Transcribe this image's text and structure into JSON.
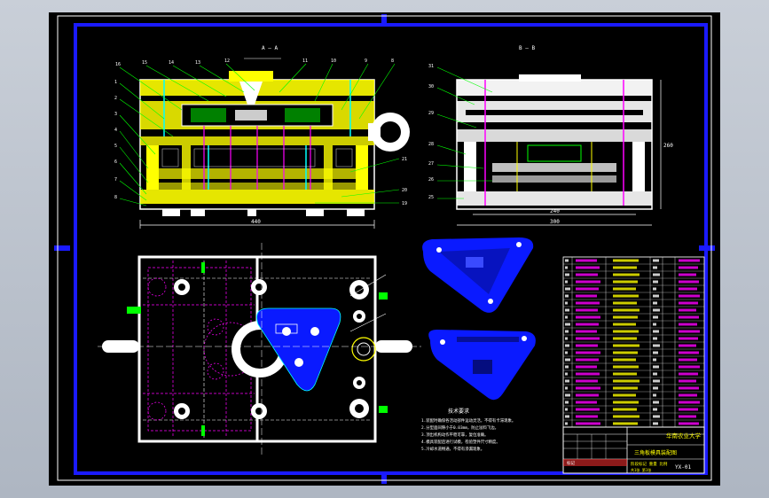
{
  "drawing": {
    "section_label_left": "A — A",
    "section_label_right": "B — B",
    "notes_title": "技术要求",
    "notes": [
      "1.装配时确保各活动部件运动灵活，不得有卡滞现象。",
      "2.分型面间隙小于0.03mm，防止溢料飞边。",
      "3.顶出机构动作平稳可靠，复位准确。",
      "4.模具装配后进行试模，检验塑件尺寸精度。",
      "5.冷却水道畅通，不得有渗漏现象。"
    ],
    "title_block": {
      "school": "华南农业大学",
      "title": "三角板模具装配图",
      "drawing_no": "YX-01",
      "left_label": "标记",
      "mid_label": "阶段标记 重量 比例",
      "sheet_label": "共1张 第1张"
    },
    "dims": {
      "overall_width": "440",
      "right_width": "300",
      "right_inner": "240",
      "right_height": "260"
    }
  },
  "colors": {
    "frame": "#1a1aff",
    "white": "#ffffff",
    "yellow": "#ffff00",
    "green": "#00ff00",
    "magenta": "#ff00ff",
    "cyan": "#00ffff",
    "blue_part": "#0a1aff",
    "red": "#ff3030"
  }
}
